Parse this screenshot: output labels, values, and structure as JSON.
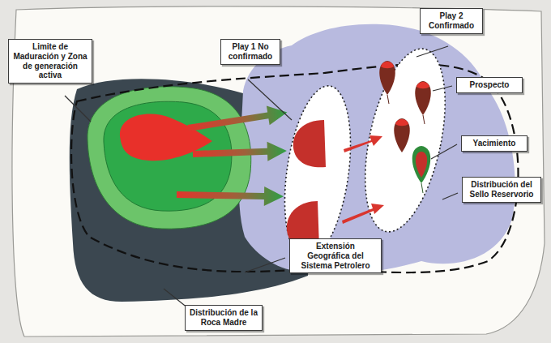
{
  "diagram": {
    "nodes": [
      {
        "text": [
          "Play 1 No confirmado"
        ]
      },
      {
        "text": [
          "Play 2 Confirmado"
        ]
      },
      {
        "text": [
          "Limite de Maduración y Zona de generación activa"
        ]
      },
      {
        "text": [
          "Prospecto"
        ]
      },
      {
        "text": [
          "Yacimiento"
        ]
      },
      {
        "text": [
          "Distribución del Sello Reservorio"
        ]
      },
      {
        "text": [
          "Extensión Geográfica del Sistema Petrolero"
        ]
      },
      {
        "text": [
          "Distribución de la Roca Madre"
        ]
      }
    ]
  }
}
